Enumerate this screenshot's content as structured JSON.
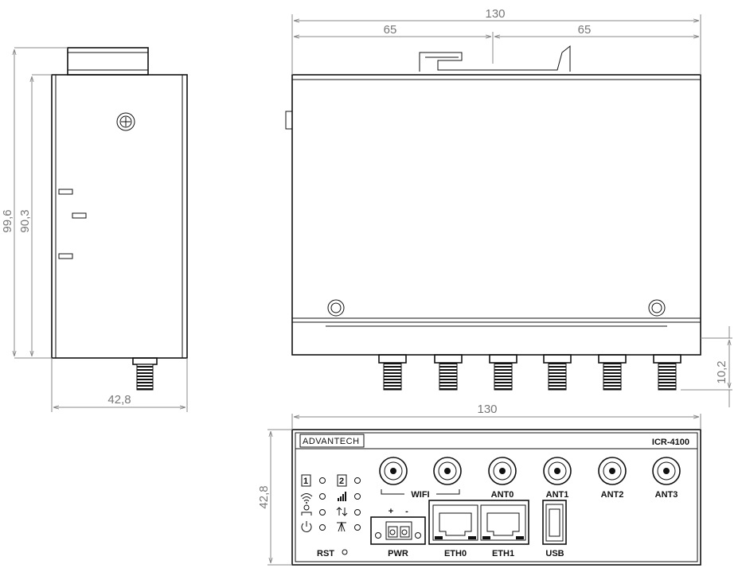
{
  "dimensions": {
    "top_width": "130",
    "top_half_left": "65",
    "top_half_right": "65",
    "side_height_total": "99,6",
    "side_height_body": "90,3",
    "side_width": "42,8",
    "antenna_height": "10,2",
    "front_width": "130",
    "front_height": "42,8"
  },
  "front_panel": {
    "brand": "ADVANTECH",
    "model": "ICR-4100",
    "port_labels": {
      "wifi": "WIFI",
      "ant0": "ANT0",
      "ant1": "ANT1",
      "ant2": "ANT2",
      "ant3": "ANT3",
      "rst": "RST",
      "pwr": "PWR",
      "pwr_plus": "+",
      "pwr_minus": "-",
      "eth0": "ETH0",
      "eth1": "ETH1",
      "usb": "USB"
    },
    "sim_labels": {
      "sim1": "1",
      "sim2": "2"
    }
  },
  "icons": [
    "wifi-icon",
    "user-icon",
    "power-icon",
    "signal-icon",
    "transfer-icon",
    "antenna-icon",
    "screw-icon"
  ]
}
